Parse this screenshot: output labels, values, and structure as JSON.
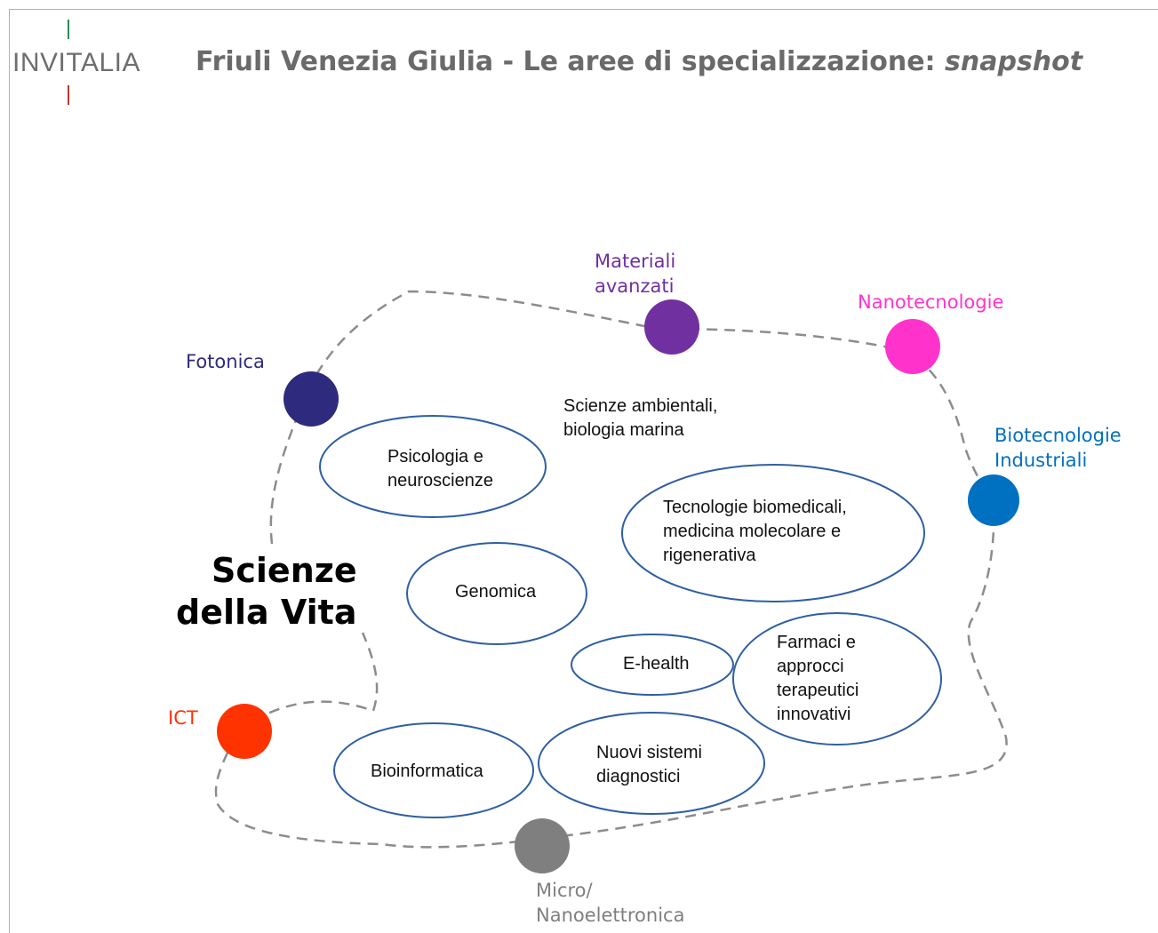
{
  "header": {
    "logo_text": "INVITALIA",
    "title_main": "Friuli Venezia Giulia - Le aree di specializzazione: ",
    "title_em": "snapshot"
  },
  "diagram": {
    "center_label": [
      "Scienze",
      "della Vita"
    ],
    "nodes": [
      {
        "id": "fotonica",
        "label": [
          "Fotonica"
        ],
        "color": "#2e2a7e"
      },
      {
        "id": "materiali",
        "label": [
          "Materiali",
          "avanzati"
        ],
        "color": "#7030a0"
      },
      {
        "id": "nanotecnologie",
        "label": [
          "Nanotecnologie"
        ],
        "color": "#ff33cc"
      },
      {
        "id": "biotecnologie",
        "label": [
          "Biotecnologie",
          "Industriali"
        ],
        "color": "#0070c0"
      },
      {
        "id": "ict",
        "label": [
          "ICT"
        ],
        "color": "#ff3300"
      },
      {
        "id": "micro",
        "label": [
          "Micro/",
          "Nanoelettronica"
        ],
        "color": "#7f7f7f"
      }
    ],
    "free_text": [
      "Scienze ambientali,",
      "biologia marina"
    ],
    "ellipses": [
      {
        "id": "psicologia",
        "lines": [
          "Psicologia e",
          "neuroscienze"
        ]
      },
      {
        "id": "tecnologie",
        "lines": [
          "Tecnologie biomedicali,",
          "medicina molecolare e",
          "rigenerativa"
        ]
      },
      {
        "id": "genomica",
        "lines": [
          "Genomica"
        ]
      },
      {
        "id": "ehealth",
        "lines": [
          "E-health"
        ]
      },
      {
        "id": "farmaci",
        "lines": [
          "Farmaci e",
          "approcci",
          "terapeutici",
          "innovativi"
        ]
      },
      {
        "id": "bioinformatica",
        "lines": [
          "Bioinformatica"
        ]
      },
      {
        "id": "nuovi",
        "lines": [
          "Nuovi sistemi",
          "diagnostici"
        ]
      }
    ],
    "ellipse_stroke": "#2e5fa3",
    "dashed_line_color": "#8c8c8c"
  }
}
